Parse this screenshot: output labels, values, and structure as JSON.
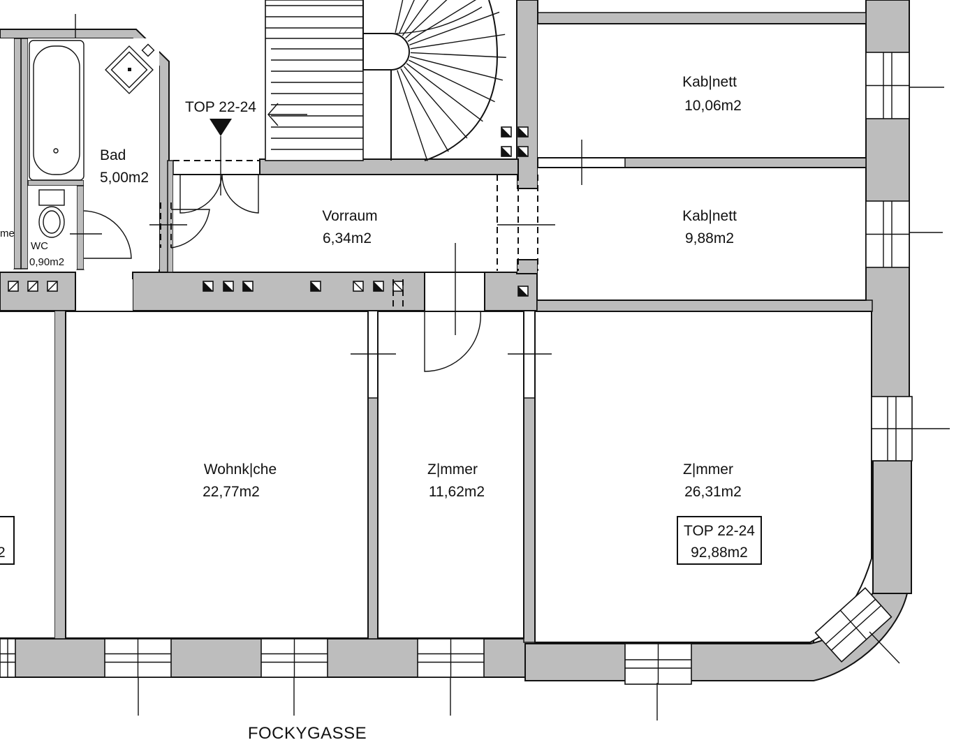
{
  "plan": {
    "unit_marker": "TOP 22-24",
    "street": "FOCKYGASSE",
    "summary": {
      "unit": "TOP 22-24",
      "total_area": "92,88m2"
    },
    "rooms": {
      "kabinett_top": {
        "name": "Kab|nett",
        "area": "10,06m2"
      },
      "kabinett_bottom": {
        "name": "Kab|nett",
        "area": "9,88m2"
      },
      "bad": {
        "name": "Bad",
        "area": "5,00m2"
      },
      "wc": {
        "name": "WC",
        "area": "0,90m2"
      },
      "vorraum": {
        "name": "Vorraum",
        "area": "6,34m2"
      },
      "wohnkueche": {
        "name": "Wohnk|che",
        "area": "22,77m2"
      },
      "zimmer_small": {
        "name": "Z|mmer",
        "area": "11,62m2"
      },
      "zimmer_large": {
        "name": "Z|mmer",
        "area": "26,31m2"
      }
    },
    "edge_fragments": {
      "left_room": "me",
      "left_box": "2"
    }
  }
}
